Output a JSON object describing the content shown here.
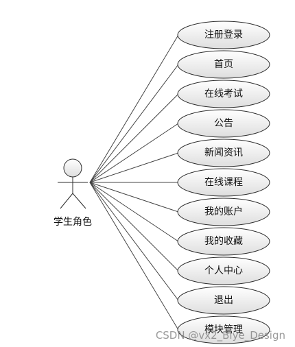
{
  "actor": {
    "label": "学生角色"
  },
  "use_cases": [
    {
      "label": "注册登录"
    },
    {
      "label": "首页"
    },
    {
      "label": "在线考试"
    },
    {
      "label": "公告"
    },
    {
      "label": "新闻资讯"
    },
    {
      "label": "在线课程"
    },
    {
      "label": "我的账户"
    },
    {
      "label": "我的收藏"
    },
    {
      "label": "个人中心"
    },
    {
      "label": "退出"
    },
    {
      "label": "模块管理"
    }
  ],
  "watermark": {
    "text": "CSDN @vx2_Biye_Design"
  },
  "colors": {
    "ellipse_fill_top": "#ffffff",
    "ellipse_fill_bottom": "#dedede",
    "stroke": "#2b2b2b",
    "line": "#444444"
  }
}
